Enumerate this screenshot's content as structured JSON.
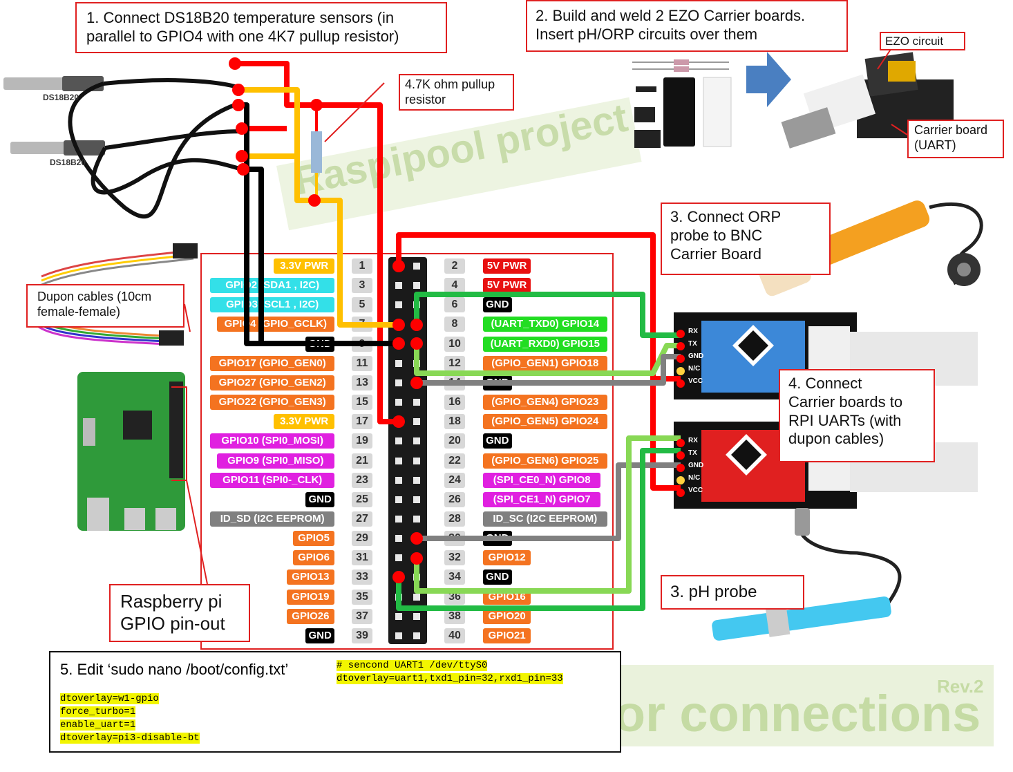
{
  "callouts": {
    "step1": [
      "1. Connect DS18B20 temperature sensors (in",
      "parallel to GPIO4 with one 4K7 pullup resistor)"
    ],
    "step2": [
      "2. Build and weld 2 EZO Carrier boards.",
      "Insert pH/ORP circuits over them"
    ],
    "resistor": [
      "4.7K ohm pullup",
      "resistor"
    ],
    "ezo_circuit": "EZO circuit",
    "carrier_board": [
      "Carrier board",
      "(UART)"
    ],
    "step3_orp": [
      "3. Connect ORP",
      "probe to BNC",
      "Carrier Board"
    ],
    "dupon": [
      "Dupon cables (10cm",
      "female-female)"
    ],
    "step4": [
      "4. Connect",
      "Carrier boards to",
      "RPI UARTs (with",
      "dupon cables)"
    ],
    "rpi": [
      "Raspberry pi",
      "GPIO pin-out"
    ],
    "step3_ph": "3. pH probe",
    "step5": "5. Edit ‘sudo nano /boot/config.txt’"
  },
  "sensor_labels": [
    "DS18B20",
    "DS18B20"
  ],
  "watermarks": {
    "project": "Raspipool project",
    "title": "Sensor connections",
    "revision": "Rev.2"
  },
  "config": {
    "lines": [
      "dtoverlay=w1-gpio",
      "force_turbo=1",
      "enable_uart=1",
      "dtoverlay=pi3-disable-bt"
    ],
    "uart": [
      "# sencond UART1 /dev/ttyS0",
      "dtoverlay=uart1,txd1_pin=32,rxd1_pin=33"
    ]
  },
  "gpio": {
    "left": [
      {
        "pin": "1",
        "label": "3.3V PWR",
        "color": "#ffc000",
        "text": "#ffffff"
      },
      {
        "pin": "3",
        "label": "GPIO2 (SDA1 , I2C)",
        "color": "#33e0e8",
        "text": "#ffffff"
      },
      {
        "pin": "5",
        "label": "GPIO3 (SCL1 , I2C)",
        "color": "#33e0e8",
        "text": "#ffffff"
      },
      {
        "pin": "7",
        "label": "GPIO4 (GPIO_GCLK)",
        "color": "#f47320",
        "text": "#ffffff"
      },
      {
        "pin": "9",
        "label": "GND",
        "color": "#000000",
        "text": "#ffffff"
      },
      {
        "pin": "11",
        "label": "GPIO17 (GPIO_GEN0)",
        "color": "#f47320",
        "text": "#ffffff"
      },
      {
        "pin": "13",
        "label": "GPIO27 (GPIO_GEN2)",
        "color": "#f47320",
        "text": "#ffffff"
      },
      {
        "pin": "15",
        "label": "GPIO22 (GPIO_GEN3)",
        "color": "#f47320",
        "text": "#ffffff"
      },
      {
        "pin": "17",
        "label": "3.3V PWR",
        "color": "#ffc000",
        "text": "#ffffff"
      },
      {
        "pin": "19",
        "label": "GPIO10 (SPI0_MOSI)",
        "color": "#e020e0",
        "text": "#ffffff"
      },
      {
        "pin": "21",
        "label": "GPIO9 (SPI0_MISO)",
        "color": "#e020e0",
        "text": "#ffffff"
      },
      {
        "pin": "23",
        "label": "GPIO11 (SPI0-_CLK)",
        "color": "#e020e0",
        "text": "#ffffff"
      },
      {
        "pin": "25",
        "label": "GND",
        "color": "#000000",
        "text": "#ffffff"
      },
      {
        "pin": "27",
        "label": "ID_SD (I2C EEPROM)",
        "color": "#808080",
        "text": "#ffffff"
      },
      {
        "pin": "29",
        "label": "GPIO5",
        "color": "#f47320",
        "text": "#ffffff"
      },
      {
        "pin": "31",
        "label": "GPIO6",
        "color": "#f47320",
        "text": "#ffffff"
      },
      {
        "pin": "33",
        "label": "GPIO13",
        "color": "#f47320",
        "text": "#ffffff"
      },
      {
        "pin": "35",
        "label": "GPIO19",
        "color": "#f47320",
        "text": "#ffffff"
      },
      {
        "pin": "37",
        "label": "GPIO26",
        "color": "#f47320",
        "text": "#ffffff"
      },
      {
        "pin": "39",
        "label": "GND",
        "color": "#000000",
        "text": "#ffffff"
      }
    ],
    "right": [
      {
        "pin": "2",
        "label": "5V PWR",
        "color": "#e81010",
        "text": "#ffffff"
      },
      {
        "pin": "4",
        "label": "5V PWR",
        "color": "#e81010",
        "text": "#ffffff"
      },
      {
        "pin": "6",
        "label": "GND",
        "color": "#000000",
        "text": "#ffffff"
      },
      {
        "pin": "8",
        "label": "(UART_TXD0) GPIO14",
        "color": "#22dd22",
        "text": "#ffffff"
      },
      {
        "pin": "10",
        "label": "(UART_RXD0) GPIO15",
        "color": "#22dd22",
        "text": "#ffffff"
      },
      {
        "pin": "12",
        "label": "(GPIO_GEN1) GPIO18",
        "color": "#f47320",
        "text": "#ffffff"
      },
      {
        "pin": "14",
        "label": "GND",
        "color": "#000000",
        "text": "#ffffff"
      },
      {
        "pin": "16",
        "label": "(GPIO_GEN4) GPIO23",
        "color": "#f47320",
        "text": "#ffffff"
      },
      {
        "pin": "18",
        "label": "(GPIO_GEN5) GPIO24",
        "color": "#f47320",
        "text": "#ffffff"
      },
      {
        "pin": "20",
        "label": "GND",
        "color": "#000000",
        "text": "#ffffff"
      },
      {
        "pin": "22",
        "label": "(GPIO_GEN6) GPIO25",
        "color": "#f47320",
        "text": "#ffffff"
      },
      {
        "pin": "24",
        "label": "(SPI_CE0_N) GPIO8",
        "color": "#e020e0",
        "text": "#ffffff"
      },
      {
        "pin": "26",
        "label": "(SPI_CE1_N) GPIO7",
        "color": "#e020e0",
        "text": "#ffffff"
      },
      {
        "pin": "28",
        "label": "ID_SC (I2C EEPROM)",
        "color": "#808080",
        "text": "#ffffff"
      },
      {
        "pin": "30",
        "label": "GND",
        "color": "#000000",
        "text": "#ffffff"
      },
      {
        "pin": "32",
        "label": "GPIO12",
        "color": "#f47320",
        "text": "#ffffff"
      },
      {
        "pin": "34",
        "label": "GND",
        "color": "#000000",
        "text": "#ffffff"
      },
      {
        "pin": "36",
        "label": "GPIO16",
        "color": "#f47320",
        "text": "#ffffff"
      },
      {
        "pin": "38",
        "label": "GPIO20",
        "color": "#f47320",
        "text": "#ffffff"
      },
      {
        "pin": "40",
        "label": "GPIO21",
        "color": "#f47320",
        "text": "#ffffff"
      }
    ]
  },
  "ezo_pins": [
    "RX",
    "TX",
    "GND",
    "N/C",
    "VCC"
  ],
  "wire_colors": {
    "power": "#ff0000",
    "data": "#ffc000",
    "ground": "#000000",
    "tx": "#22bb44",
    "rx": "#88d855",
    "gnd_link": "#808080"
  }
}
